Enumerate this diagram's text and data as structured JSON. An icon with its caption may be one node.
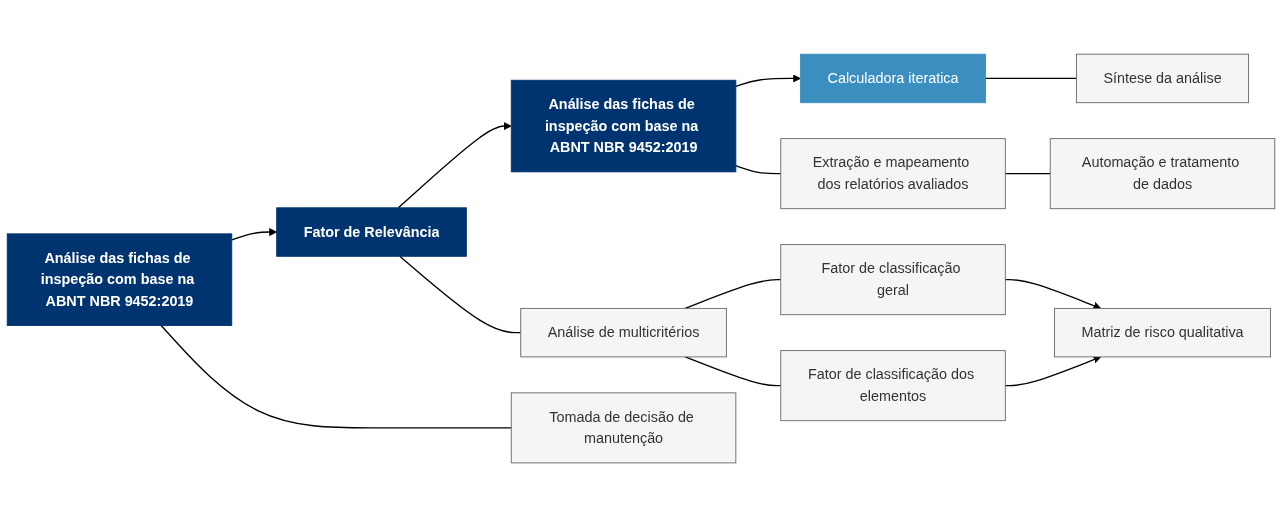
{
  "diagram": {
    "nodes": [
      {
        "text": [
          "Análise das fichas de inspeção com base na ABNT NBR 9452:2019"
        ]
      },
      {
        "text": [
          "Fator de Relevância"
        ]
      },
      {
        "text": [
          "Análise das fichas de inspeção com base na ABNT NBR 9452:2019"
        ]
      },
      {
        "text": [
          "Calculadora iteratica"
        ]
      },
      {
        "text": [
          "Tomada de decisão de manutenção"
        ]
      },
      {
        "text": [
          "Análise de multicritérios"
        ]
      },
      {
        "text": [
          "Fator de classificação geral"
        ]
      },
      {
        "text": [
          "Fator de classificação dos elementos"
        ]
      },
      {
        "text": [
          "Matriz de risco qualitativa"
        ]
      },
      {
        "text": [
          "Extração e mapeamento dos relatórios avaliados"
        ]
      },
      {
        "text": [
          "Automação e tratamento de dados"
        ]
      },
      {
        "text": [
          "Síntese da análise"
        ]
      }
    ],
    "edges": [
      {
        "from": 0,
        "to": 1,
        "arrow": "to"
      },
      {
        "from": 1,
        "to": 2,
        "arrow": "to"
      },
      {
        "from": 2,
        "to": 3,
        "arrow": "to"
      },
      {
        "from": 0,
        "to": 4,
        "arrow": "none"
      },
      {
        "from": 1,
        "to": 5,
        "arrow": "none"
      },
      {
        "from": 5,
        "to": 6,
        "arrow": "none"
      },
      {
        "from": 5,
        "to": 7,
        "arrow": "none"
      },
      {
        "from": 6,
        "to": 8,
        "arrow": "to"
      },
      {
        "from": 7,
        "to": 8,
        "arrow": "to"
      },
      {
        "from": 2,
        "to": 9,
        "arrow": "none"
      },
      {
        "from": 9,
        "to": 10,
        "arrow": "none"
      },
      {
        "from": 3,
        "to": 11,
        "arrow": "none"
      }
    ]
  }
}
